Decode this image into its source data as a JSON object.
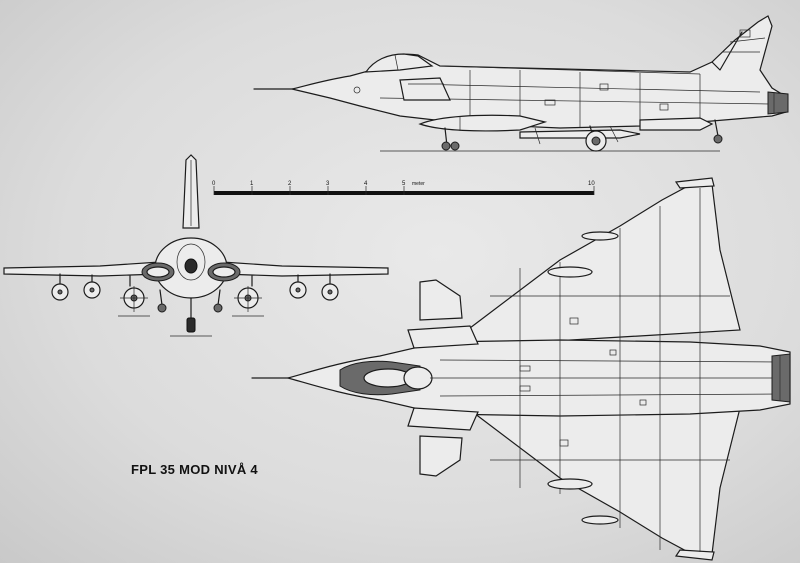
{
  "title": "FPL 35 MOD NIVÅ 4",
  "scale_bar": {
    "ticks": [
      "0",
      "1",
      "2",
      "3",
      "4",
      "5",
      "10"
    ],
    "unit": "meter"
  }
}
